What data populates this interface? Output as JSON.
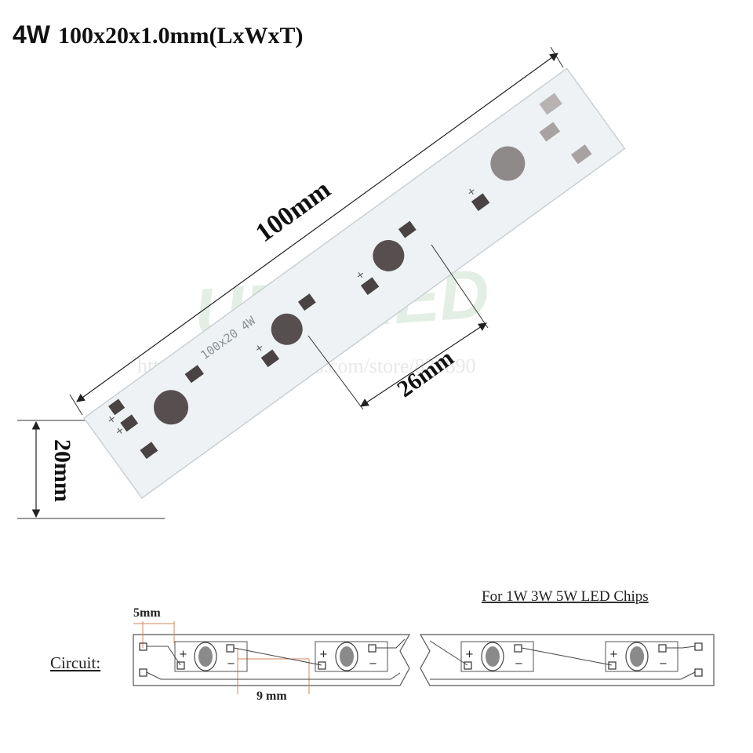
{
  "header": {
    "wattage": "4W",
    "dimensions": "100x20x1.0mm(LxWxT)"
  },
  "board": {
    "silkscreen": "100x20 4W",
    "plus_mark": "+",
    "minus_mark": "−",
    "board_color": "#eef2f4",
    "pad_color": "#4a4343",
    "led_color": "#574f4f"
  },
  "dimensions": {
    "length": "100mm",
    "width": "20mm",
    "led_spacing": "26mm"
  },
  "circuit": {
    "label": "Circuit:",
    "chips_note": "For 1W 3W 5W LED Chips",
    "edge_offset": "5mm",
    "pad_spacing": "9 mm",
    "dimension_line_color": "#d4875a"
  },
  "watermark": {
    "brand": "UNAKED",
    "store_url": "https://www.aliexpress.com/store/831890"
  }
}
